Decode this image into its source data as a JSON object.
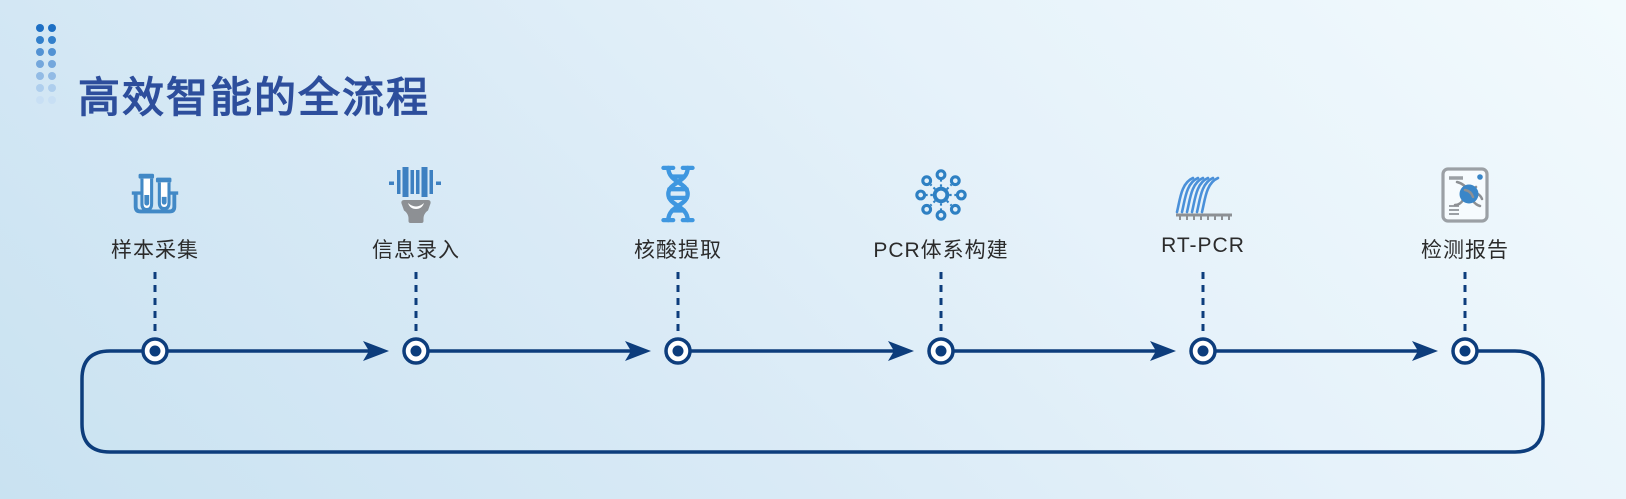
{
  "header": {
    "title": "高效智能的全流程"
  },
  "steps": [
    {
      "label": "样本采集",
      "icon": "test-tubes-icon"
    },
    {
      "label": "信息录入",
      "icon": "barcode-scanner-icon"
    },
    {
      "label": "核酸提取",
      "icon": "dna-helix-icon"
    },
    {
      "label": "PCR体系构建",
      "icon": "molecule-network-icon"
    },
    {
      "label": "RT-PCR",
      "icon": "amplification-curves-icon"
    },
    {
      "label": "检测报告",
      "icon": "virus-report-icon"
    }
  ],
  "colors": {
    "title_text": "#2d4e9c",
    "flow_line": "#0d3d7c",
    "label_text": "#2b2b2b",
    "icon_blue": "#4289c6",
    "icon_bright_blue": "#3f97e0",
    "icon_gray": "#8d9094",
    "background_left": "#c9e2f1",
    "background_right": "#f2fafd"
  }
}
